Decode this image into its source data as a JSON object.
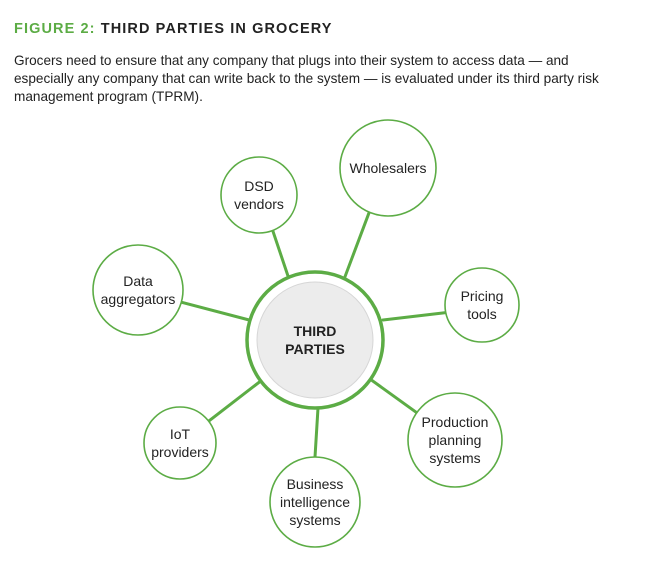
{
  "figure": {
    "title_prefix": "FIGURE 2:",
    "title_text": "THIRD PARTIES IN GROCERY",
    "description_lines": [
      "Grocers need to ensure that any company that plugs into their system to access data — and",
      "especially any company that can write back to the system — is evaluated under its third party risk",
      "management program (TPRM)."
    ]
  },
  "diagram": {
    "center": {
      "lines": [
        "THIRD",
        "PARTIES"
      ]
    },
    "nodes": [
      {
        "id": "wholesalers",
        "lines": [
          "Wholesalers"
        ]
      },
      {
        "id": "dsd-vendors",
        "lines": [
          "DSD",
          "vendors"
        ]
      },
      {
        "id": "data-aggregators",
        "lines": [
          "Data",
          "aggregators"
        ]
      },
      {
        "id": "pricing-tools",
        "lines": [
          "Pricing",
          "tools"
        ]
      },
      {
        "id": "iot-providers",
        "lines": [
          "IoT",
          "providers"
        ]
      },
      {
        "id": "production-planning-systems",
        "lines": [
          "Production",
          "planning",
          "systems"
        ]
      },
      {
        "id": "business-intelligence-systems",
        "lines": [
          "Business",
          "intelligence",
          "systems"
        ]
      }
    ]
  },
  "colors": {
    "accent_green": "#5cac45",
    "center_fill": "#ececec",
    "text": "#222222"
  }
}
